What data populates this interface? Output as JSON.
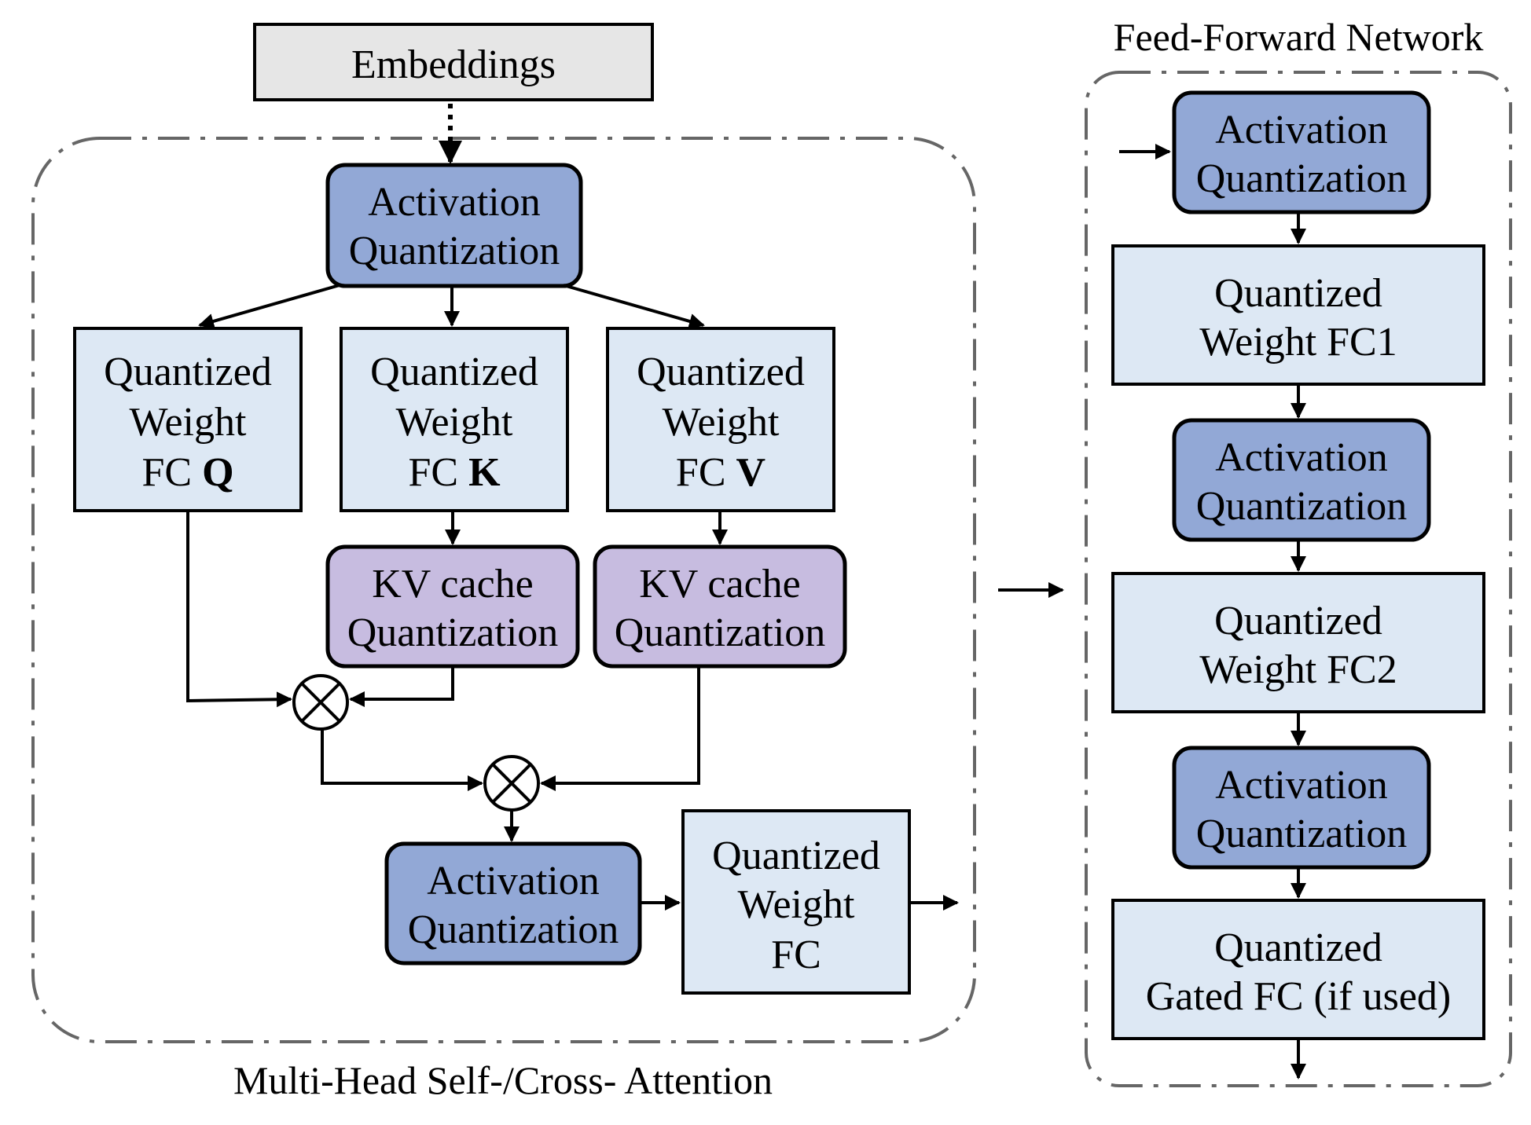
{
  "colors": {
    "activation": "#92a8d6",
    "weight": "#dde8f4",
    "kvcache": "#c7bce0",
    "embeddings": "#e6e6e6",
    "stroke": "#000000",
    "dashed_border": "#666666"
  },
  "embeddings": {
    "label": "Embeddings"
  },
  "attention": {
    "title": "Multi-Head Self-/Cross- Attention",
    "activation_top": {
      "line1": "Activation",
      "line2": "Quantization"
    },
    "fc_q": {
      "line1": "Quantized",
      "line2": "Weight",
      "line3_prefix": "FC ",
      "line3_bold": "Q"
    },
    "fc_k": {
      "line1": "Quantized",
      "line2": "Weight",
      "line3_prefix": "FC ",
      "line3_bold": "K"
    },
    "fc_v": {
      "line1": "Quantized",
      "line2": "Weight",
      "line3_prefix": "FC ",
      "line3_bold": "V"
    },
    "kv_cache_k": {
      "line1": "KV cache",
      "line2": "Quantization"
    },
    "kv_cache_v": {
      "line1": "KV cache",
      "line2": "Quantization"
    },
    "activation_bottom": {
      "line1": "Activation",
      "line2": "Quantization"
    },
    "fc_out": {
      "line1": "Quantized",
      "line2": "Weight",
      "line3": "FC"
    }
  },
  "ffn": {
    "title": "Feed-Forward Network",
    "activation_1": {
      "line1": "Activation",
      "line2": "Quantization"
    },
    "fc1": {
      "line1": "Quantized",
      "line2": "Weight FC1"
    },
    "activation_2": {
      "line1": "Activation",
      "line2": "Quantization"
    },
    "fc2": {
      "line1": "Quantized",
      "line2": "Weight FC2"
    },
    "activation_3": {
      "line1": "Activation",
      "line2": "Quantization"
    },
    "gated_fc": {
      "line1": "Quantized",
      "line2": "Gated FC (if used)"
    }
  }
}
